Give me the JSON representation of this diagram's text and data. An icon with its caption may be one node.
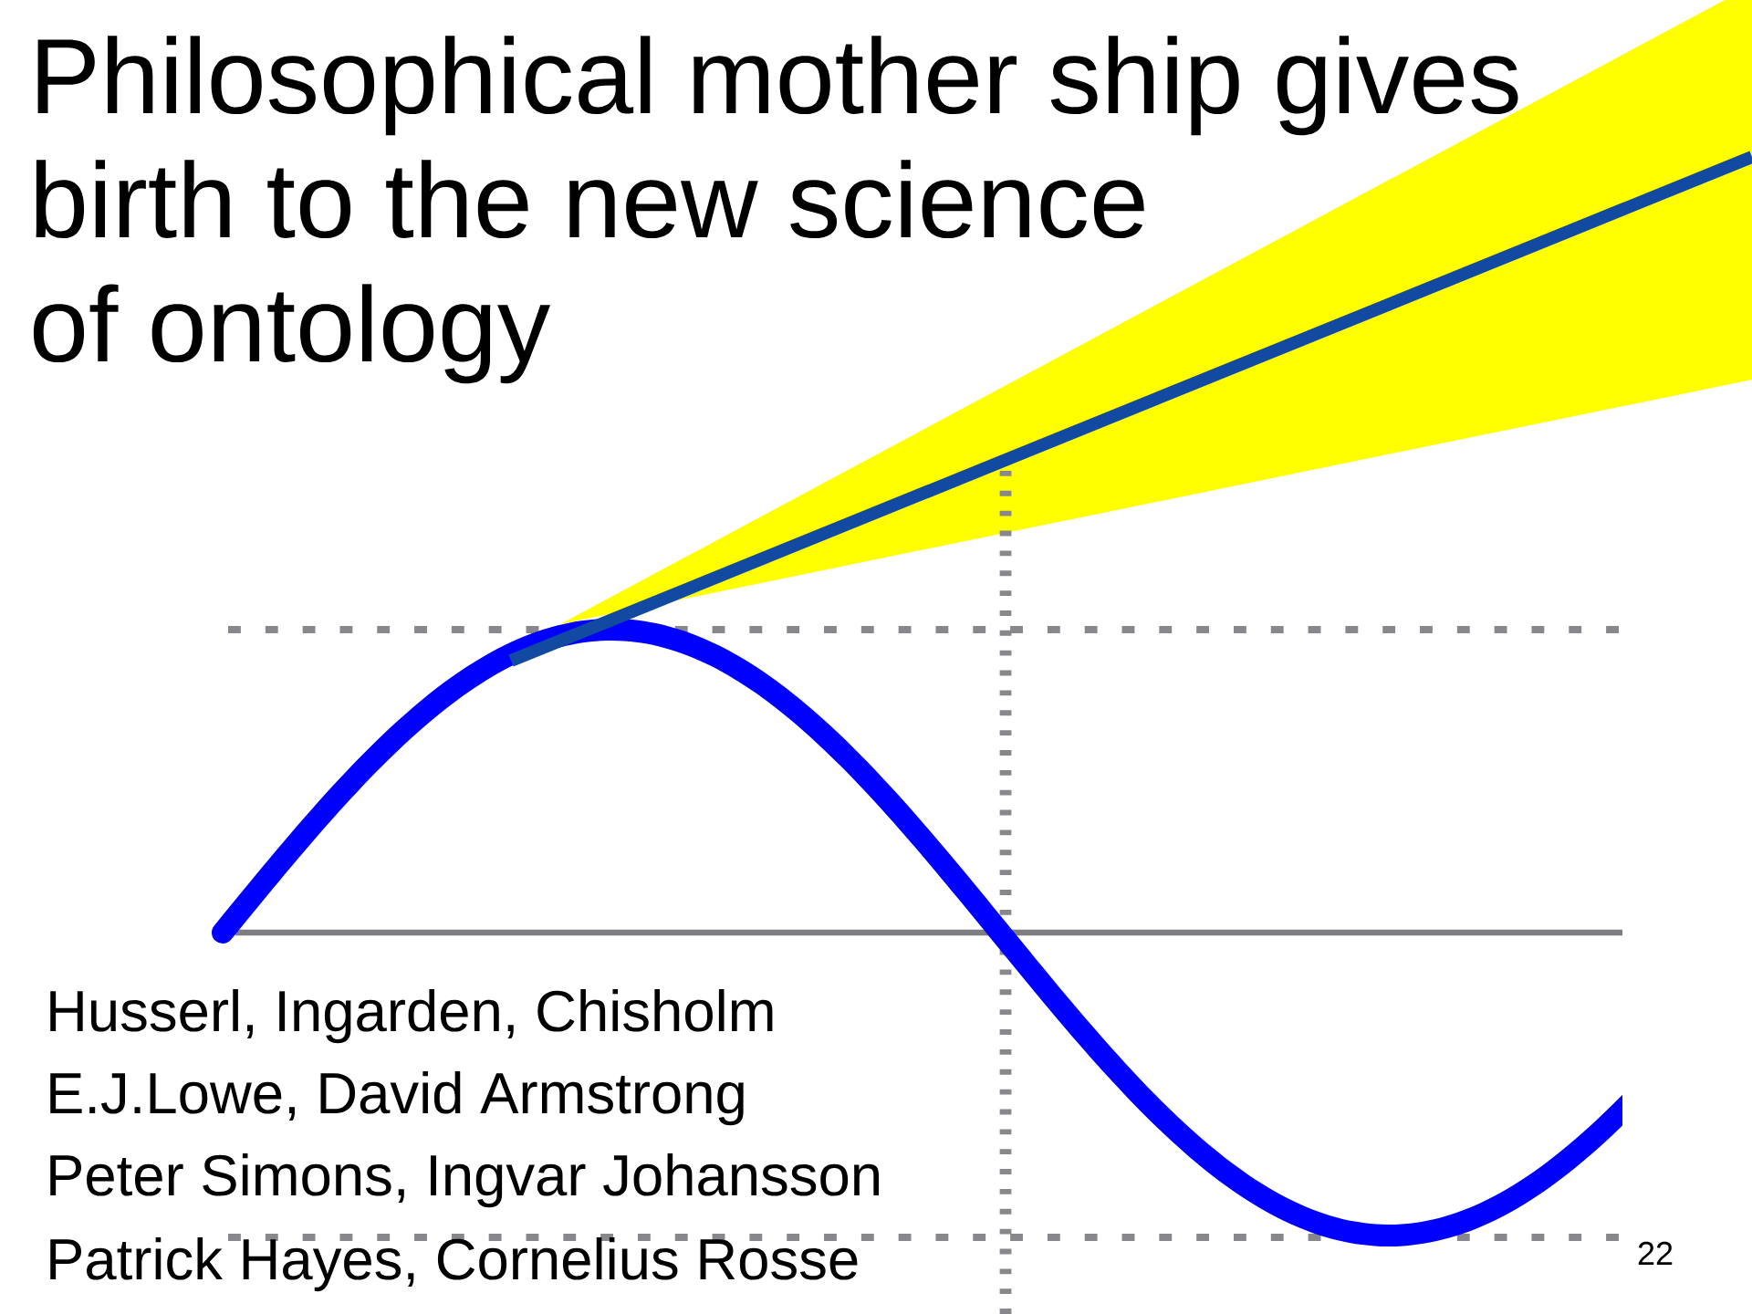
{
  "diagram": {
    "title": "Philosophical mother ship gives birth to the new science of ontology",
    "labels": [
      "Husserl, Ingarden, Chisholm",
      "E.J.Lowe, David Armstrong",
      "Peter Simons, Ingvar Johansson",
      "Patrick Hayes, Cornelius Rosse",
      "22"
    ]
  }
}
